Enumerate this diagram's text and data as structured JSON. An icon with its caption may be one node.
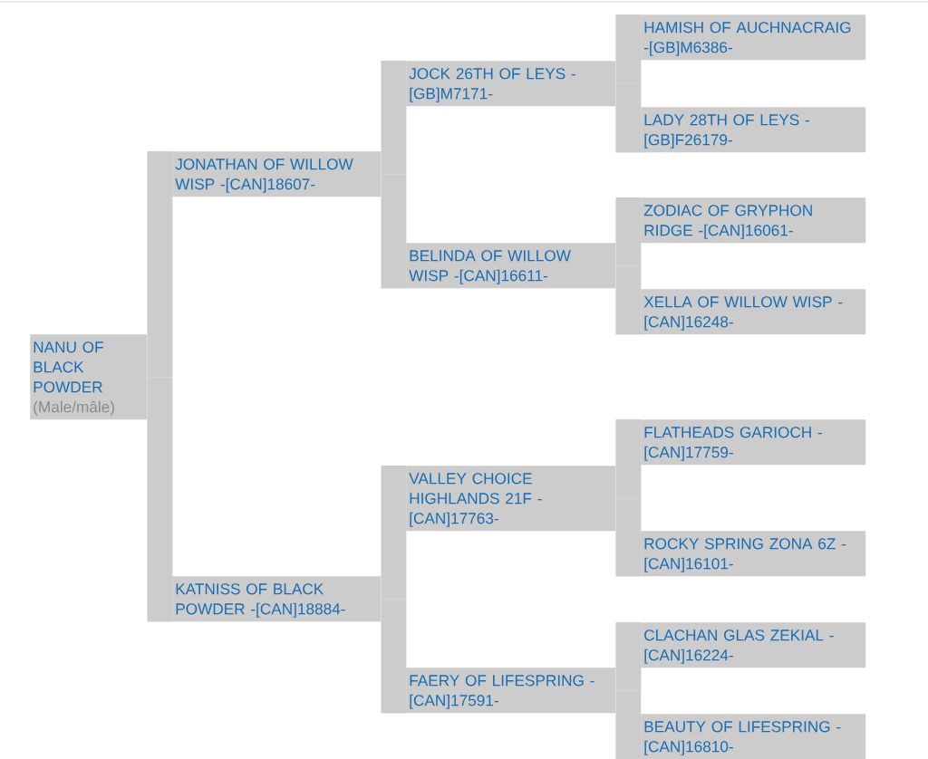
{
  "diagram": {
    "nodes": [
      {
        "text": [
          "NANU OF BLACK POWDER",
          "(Male/mâle)"
        ]
      },
      {
        "text": [
          "JONATHAN OF WILLOW WISP -[CAN]18607-"
        ]
      },
      {
        "text": [
          "JOCK 26TH OF LEYS -[GB]M7171-"
        ]
      },
      {
        "text": [
          "HAMISH OF AUCHNACRAIG -[GB]M6386-"
        ]
      },
      {
        "text": [
          "LADY 28TH OF LEYS -[GB]F26179-"
        ]
      },
      {
        "text": [
          "BELINDA OF WILLOW WISP -[CAN]16611-"
        ]
      },
      {
        "text": [
          "ZODIAC OF GRYPHON RIDGE -[CAN]16061-"
        ]
      },
      {
        "text": [
          "XELLA OF WILLOW WISP -[CAN]16248-"
        ]
      },
      {
        "text": [
          "KATNISS OF BLACK POWDER -[CAN]18884-"
        ]
      },
      {
        "text": [
          "VALLEY CHOICE HIGHLANDS 21F -[CAN]17763-"
        ]
      },
      {
        "text": [
          "FLATHEADS GARIOCH -[CAN]17759-"
        ]
      },
      {
        "text": [
          "ROCKY SPRING ZONA 6Z -[CAN]16101-"
        ]
      },
      {
        "text": [
          "FAERY OF LIFESPRING -[CAN]17591-"
        ]
      },
      {
        "text": [
          "CLACHAN GLAS ZEKIAL -[CAN]16224-"
        ]
      },
      {
        "text": [
          "BEAUTY OF LIFESPRING -[CAN]16810-"
        ]
      }
    ],
    "edges": [
      {
        "from": 0,
        "to": 1,
        "arrow": "none"
      },
      {
        "from": 1,
        "to": 2,
        "arrow": "none"
      },
      {
        "from": 2,
        "to": 3,
        "arrow": "none"
      },
      {
        "from": 2,
        "to": 4,
        "arrow": "none"
      },
      {
        "from": 1,
        "to": 5,
        "arrow": "none"
      },
      {
        "from": 5,
        "to": 6,
        "arrow": "none"
      },
      {
        "from": 5,
        "to": 7,
        "arrow": "none"
      },
      {
        "from": 0,
        "to": 8,
        "arrow": "none"
      },
      {
        "from": 8,
        "to": 9,
        "arrow": "none"
      },
      {
        "from": 9,
        "to": 10,
        "arrow": "none"
      },
      {
        "from": 9,
        "to": 11,
        "arrow": "none"
      },
      {
        "from": 8,
        "to": 12,
        "arrow": "none"
      },
      {
        "from": 12,
        "to": 13,
        "arrow": "none"
      },
      {
        "from": 12,
        "to": 14,
        "arrow": "none"
      }
    ]
  }
}
